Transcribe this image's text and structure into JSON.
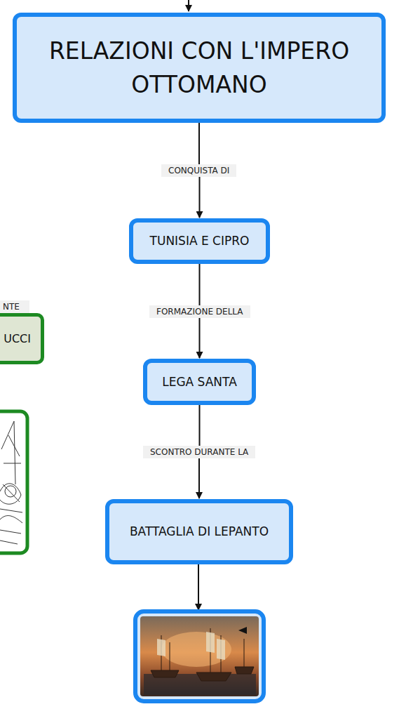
{
  "diagram": {
    "nodes": [
      {
        "text": [
          "RELAZIONI CON L'IMPERO OTTOMANO"
        ]
      },
      {
        "text": [
          "UCCI"
        ]
      },
      {
        "text": [
          "TUNISIA E CIPRO"
        ]
      },
      {
        "text": [
          "LEGA SANTA"
        ]
      },
      {
        "text": [
          "BATTAGLIA DI LEPANTO"
        ]
      }
    ],
    "edges": [
      {
        "from": 0,
        "to": 2,
        "label": "CONQUISTA DI",
        "arrow": "to"
      },
      {
        "from": 2,
        "to": 3,
        "label": "FORMAZIONE DELLA",
        "arrow": "to"
      },
      {
        "from": 3,
        "to": 4,
        "label": "SCONTRO DURANTE LA",
        "arrow": "to"
      }
    ],
    "labels": [
      "NTE"
    ]
  }
}
